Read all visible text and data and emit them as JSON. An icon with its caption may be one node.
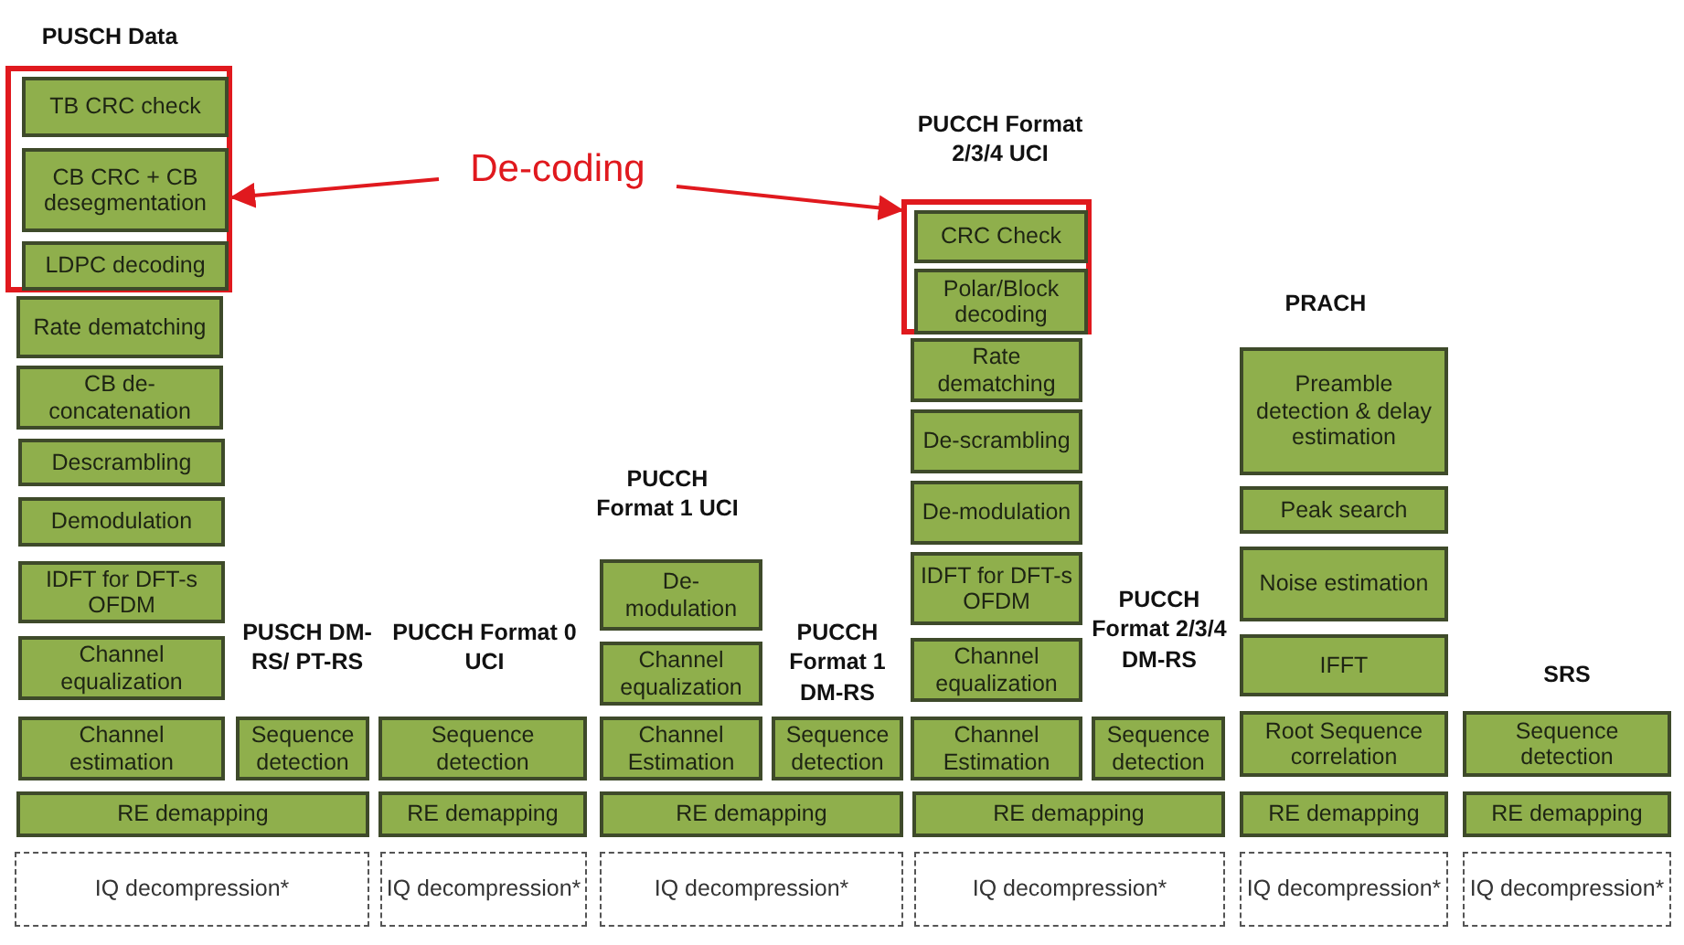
{
  "diagram": {
    "nodes": [
      {
        "text": [],
        "shape": "box"
      },
      {
        "text": [
          "TB CRC check"
        ],
        "in": 0
      },
      {
        "text": [
          "CB CRC + CB desegmentation"
        ],
        "in": 0
      },
      {
        "text": [
          "LDPC decoding"
        ],
        "in": 0
      },
      {
        "text": [
          "De-coding"
        ]
      },
      {
        "text": [],
        "shape": "box"
      },
      {
        "text": [
          "CRC Check"
        ],
        "in": 5
      },
      {
        "text": [
          "Polar/Block decoding"
        ],
        "in": 5
      },
      {
        "text": [
          "Rate dematching"
        ]
      },
      {
        "text": [
          "CB de-concatenation"
        ]
      },
      {
        "text": [
          "Descrambling"
        ]
      },
      {
        "text": [
          "Demodulation"
        ]
      },
      {
        "text": [
          "IDFT for DFT-s OFDM"
        ]
      },
      {
        "text": [
          "Channel equalization"
        ]
      },
      {
        "text": [
          "Channel estimation"
        ]
      },
      {
        "text": [
          "Sequence detection"
        ]
      },
      {
        "text": [
          "Sequence detection"
        ]
      },
      {
        "text": [
          "RE demapping"
        ]
      },
      {
        "text": [
          "RE demapping"
        ]
      },
      {
        "text": [
          "IQ decompression*"
        ]
      },
      {
        "text": [
          "IQ decompression*"
        ]
      },
      {
        "text": [
          "De-modulation"
        ]
      },
      {
        "text": [
          "Channel equalization"
        ]
      },
      {
        "text": [
          "Channel Estimation"
        ]
      },
      {
        "text": [
          "Sequence detection"
        ]
      },
      {
        "text": [
          "RE demapping"
        ]
      },
      {
        "text": [
          "IQ decompression*"
        ]
      },
      {
        "text": [
          "Rate dematching"
        ]
      },
      {
        "text": [
          "De-scrambling"
        ]
      },
      {
        "text": [
          "De-modulation"
        ]
      },
      {
        "text": [
          "IDFT for DFT-s OFDM"
        ]
      },
      {
        "text": [
          "Channel equalization"
        ]
      },
      {
        "text": [
          "Channel Estimation"
        ]
      },
      {
        "text": [
          "Sequence detection"
        ]
      },
      {
        "text": [
          "RE demapping"
        ]
      },
      {
        "text": [
          "IQ decompression*"
        ]
      },
      {
        "text": [
          "Preamble detection & delay estimation"
        ]
      },
      {
        "text": [
          "Peak search"
        ]
      },
      {
        "text": [
          "Noise estimation"
        ]
      },
      {
        "text": [
          "IFFT"
        ]
      },
      {
        "text": [
          "Root Sequence correlation"
        ]
      },
      {
        "text": [
          "RE demapping"
        ]
      },
      {
        "text": [
          "IQ decompression*"
        ]
      },
      {
        "text": [
          "Sequence detection"
        ]
      },
      {
        "text": [
          "RE demapping"
        ]
      },
      {
        "text": [
          "IQ decompression*"
        ]
      }
    ],
    "edges": [
      {
        "from": 4,
        "to": 0,
        "arrow": "to"
      },
      {
        "from": 4,
        "to": 5,
        "arrow": "to"
      }
    ],
    "labels": [
      "PUSCH Data",
      "PUCCH Format 2/3/4 UCI",
      "PRACH",
      "PUCCH Format 1 UCI",
      "PUSCH DM-RS/ PT-RS",
      "PUCCH Format 0 UCI",
      "PUCCH Format 1 DM-RS",
      "PUCCH Format 2/3/4 DM-RS",
      "SRS"
    ]
  }
}
